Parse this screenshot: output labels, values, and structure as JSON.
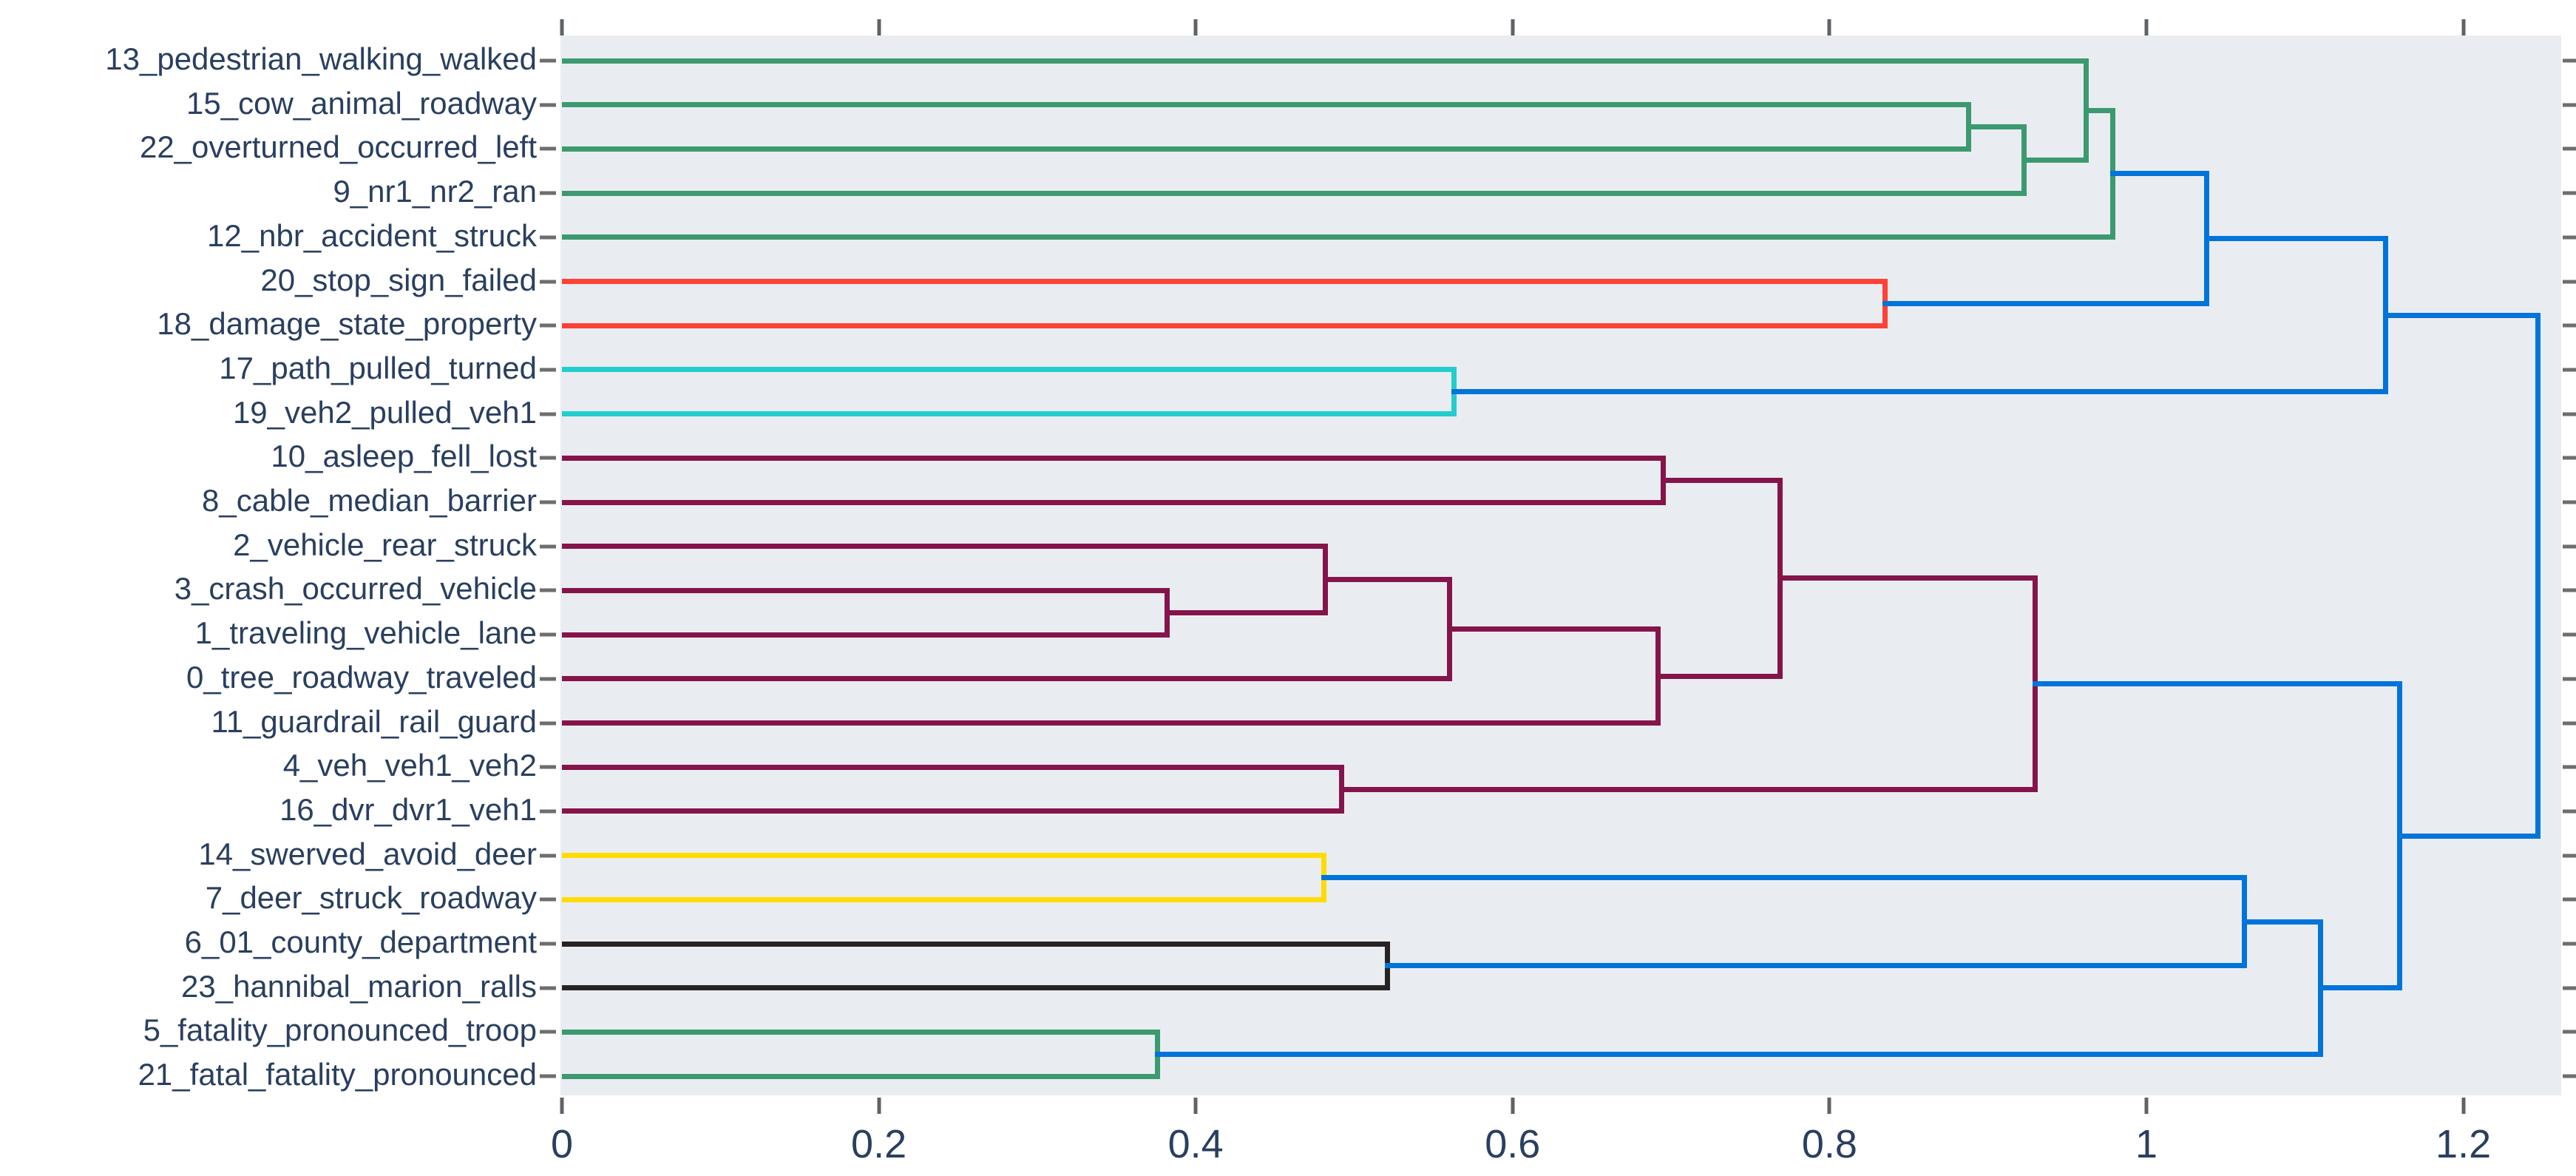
{
  "chart_data": {
    "type": "dendrogram",
    "title": "",
    "orientation": "horizontal, labels on left, distance on x-axis",
    "grid": false,
    "legend": false,
    "plot_bg_color": "#E9EDF1",
    "label_color": "#2a3f5f",
    "tick_mark_color": "#6e6e6e",
    "x_axis": {
      "range": [
        0,
        1.262
      ],
      "tick_values": [
        0,
        0.2,
        0.4,
        0.6,
        0.8,
        1,
        1.2
      ],
      "tick_labels": [
        "0",
        "0.2",
        "0.4",
        "0.6",
        "0.8",
        "1",
        "1.2"
      ],
      "mirrored_ticks_top": true,
      "mirrored_leaf_ticks_right": true
    },
    "palette": {
      "green": "#3D9970",
      "red": "#FF4136",
      "cyan": "#23CDCD",
      "maroon": "#85144B",
      "yellow": "#FFDC00",
      "black": "#282323",
      "blue": "#0074D9"
    },
    "leaves": [
      {
        "row": 0,
        "label": "13_pedestrian_walking_walked",
        "color": "#3D9970"
      },
      {
        "row": 1,
        "label": "15_cow_animal_roadway",
        "color": "#3D9970"
      },
      {
        "row": 2,
        "label": "22_overturned_occurred_left",
        "color": "#3D9970"
      },
      {
        "row": 3,
        "label": "9_nr1_nr2_ran",
        "color": "#3D9970"
      },
      {
        "row": 4,
        "label": "12_nbr_accident_struck",
        "color": "#3D9970"
      },
      {
        "row": 5,
        "label": "20_stop_sign_failed",
        "color": "#FF4136"
      },
      {
        "row": 6,
        "label": "18_damage_state_property",
        "color": "#FF4136"
      },
      {
        "row": 7,
        "label": "17_path_pulled_turned",
        "color": "#23CDCD"
      },
      {
        "row": 8,
        "label": "19_veh2_pulled_veh1",
        "color": "#23CDCD"
      },
      {
        "row": 9,
        "label": "10_asleep_fell_lost",
        "color": "#85144B"
      },
      {
        "row": 10,
        "label": "8_cable_median_barrier",
        "color": "#85144B"
      },
      {
        "row": 11,
        "label": "2_vehicle_rear_struck",
        "color": "#85144B"
      },
      {
        "row": 12,
        "label": "3_crash_occurred_vehicle",
        "color": "#85144B"
      },
      {
        "row": 13,
        "label": "1_traveling_vehicle_lane",
        "color": "#85144B"
      },
      {
        "row": 14,
        "label": "0_tree_roadway_traveled",
        "color": "#85144B"
      },
      {
        "row": 15,
        "label": "11_guardrail_rail_guard",
        "color": "#85144B"
      },
      {
        "row": 16,
        "label": "4_veh_veh1_veh2",
        "color": "#85144B"
      },
      {
        "row": 17,
        "label": "16_dvr_dvr1_veh1",
        "color": "#85144B"
      },
      {
        "row": 18,
        "label": "14_swerved_avoid_deer",
        "color": "#FFDC00"
      },
      {
        "row": 19,
        "label": "7_deer_struck_roadway",
        "color": "#FFDC00"
      },
      {
        "row": 20,
        "label": "6_01_county_department",
        "color": "#282323"
      },
      {
        "row": 21,
        "label": "23_hannibal_marion_ralls",
        "color": "#282323"
      },
      {
        "row": 22,
        "label": "5_fatality_pronounced_troop",
        "color": "#3D9970"
      },
      {
        "row": 23,
        "label": "21_fatal_fatality_pronounced",
        "color": "#3D9970"
      }
    ],
    "links": [
      {
        "x": 0.888,
        "c1x": 0,
        "c1y": 1,
        "c2x": 0,
        "c2y": 2,
        "color": "#3D9970"
      },
      {
        "x": 0.923,
        "c1x": 0.888,
        "c1y": 1.5,
        "c2x": 0,
        "c2y": 3,
        "color": "#3D9970"
      },
      {
        "x": 0.962,
        "c1x": 0,
        "c1y": 0,
        "c2x": 0.923,
        "c2y": 2.25,
        "color": "#3D9970"
      },
      {
        "x": 0.979,
        "c1x": 0.962,
        "c1y": 1.125,
        "c2x": 0,
        "c2y": 4,
        "color": "#3D9970"
      },
      {
        "x": 0.835,
        "c1x": 0,
        "c1y": 5,
        "c2x": 0,
        "c2y": 6,
        "color": "#FF4136"
      },
      {
        "x": 0.563,
        "c1x": 0,
        "c1y": 7,
        "c2x": 0,
        "c2y": 8,
        "color": "#23CDCD"
      },
      {
        "x": 0.382,
        "c1x": 0,
        "c1y": 12,
        "c2x": 0,
        "c2y": 13,
        "color": "#85144B"
      },
      {
        "x": 0.482,
        "c1x": 0,
        "c1y": 11,
        "c2x": 0.382,
        "c2y": 12.5,
        "color": "#85144B"
      },
      {
        "x": 0.56,
        "c1x": 0.482,
        "c1y": 11.75,
        "c2x": 0,
        "c2y": 14,
        "color": "#85144B"
      },
      {
        "x": 0.695,
        "c1x": 0,
        "c1y": 9,
        "c2x": 0,
        "c2y": 10,
        "color": "#85144B"
      },
      {
        "x": 0.692,
        "c1x": 0.56,
        "c1y": 12.875,
        "c2x": 0,
        "c2y": 15,
        "color": "#85144B"
      },
      {
        "x": 0.769,
        "c1x": 0.695,
        "c1y": 9.5,
        "c2x": 0.692,
        "c2y": 13.9375,
        "color": "#85144B"
      },
      {
        "x": 0.492,
        "c1x": 0,
        "c1y": 16,
        "c2x": 0,
        "c2y": 17,
        "color": "#85144B"
      },
      {
        "x": 0.93,
        "c1x": 0.769,
        "c1y": 11.7188,
        "c2x": 0.492,
        "c2y": 16.5,
        "color": "#85144B"
      },
      {
        "x": 0.481,
        "c1x": 0,
        "c1y": 18,
        "c2x": 0,
        "c2y": 19,
        "color": "#FFDC00"
      },
      {
        "x": 0.521,
        "c1x": 0,
        "c1y": 20,
        "c2x": 0,
        "c2y": 21,
        "color": "#282323"
      },
      {
        "x": 0.376,
        "c1x": 0,
        "c1y": 22,
        "c2x": 0,
        "c2y": 23,
        "color": "#3D9970"
      },
      {
        "x": 1.038,
        "c1x": 0.979,
        "c1y": 2.5625,
        "c2x": 0.835,
        "c2y": 5.5,
        "color": "#0074D9"
      },
      {
        "x": 1.151,
        "c1x": 1.038,
        "c1y": 4.0312,
        "c2x": 0.563,
        "c2y": 7.5,
        "color": "#0074D9"
      },
      {
        "x": 1.062,
        "c1x": 0.481,
        "c1y": 18.5,
        "c2x": 0.521,
        "c2y": 20.5,
        "color": "#0074D9"
      },
      {
        "x": 1.11,
        "c1x": 1.062,
        "c1y": 19.5,
        "c2x": 0.376,
        "c2y": 22.5,
        "color": "#0074D9"
      },
      {
        "x": 1.16,
        "c1x": 0.93,
        "c1y": 14.1094,
        "c2x": 1.11,
        "c2y": 21,
        "color": "#0074D9"
      },
      {
        "x": 1.247,
        "c1x": 1.151,
        "c1y": 5.7656,
        "c2x": 1.16,
        "c2y": 17.5547,
        "color": "#0074D9"
      }
    ]
  }
}
